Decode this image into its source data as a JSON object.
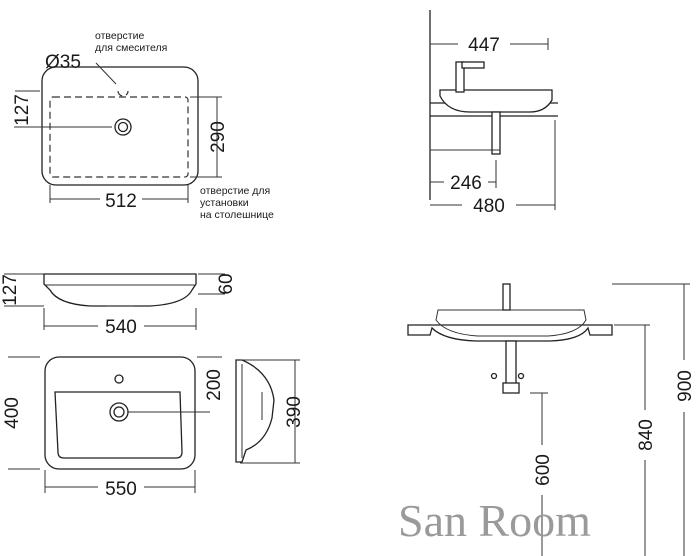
{
  "notes": {
    "mixer_hole_line1": "отверстие",
    "mixer_hole_line2": "для смесителя",
    "counter_hole_line1": "отверстие для",
    "counter_hole_line2": "установки",
    "counter_hole_line3": "на столешнице"
  },
  "dimensions": {
    "top_view": {
      "hole_diameter": "Ø35",
      "depth": "127",
      "inner_depth": "290",
      "inner_width": "512"
    },
    "side_view": {
      "overall": "447",
      "drain_offset": "246",
      "width": "480"
    },
    "front_view": {
      "height": "127",
      "rim": "60",
      "width": "540"
    },
    "plan_view": {
      "depth": "400",
      "hole_offset": "200",
      "width": "550"
    },
    "profile_view": {
      "depth": "390"
    },
    "install_view": {
      "siphon": "600",
      "counter_height": "840",
      "total_height": "900"
    }
  },
  "watermark": "San Room"
}
